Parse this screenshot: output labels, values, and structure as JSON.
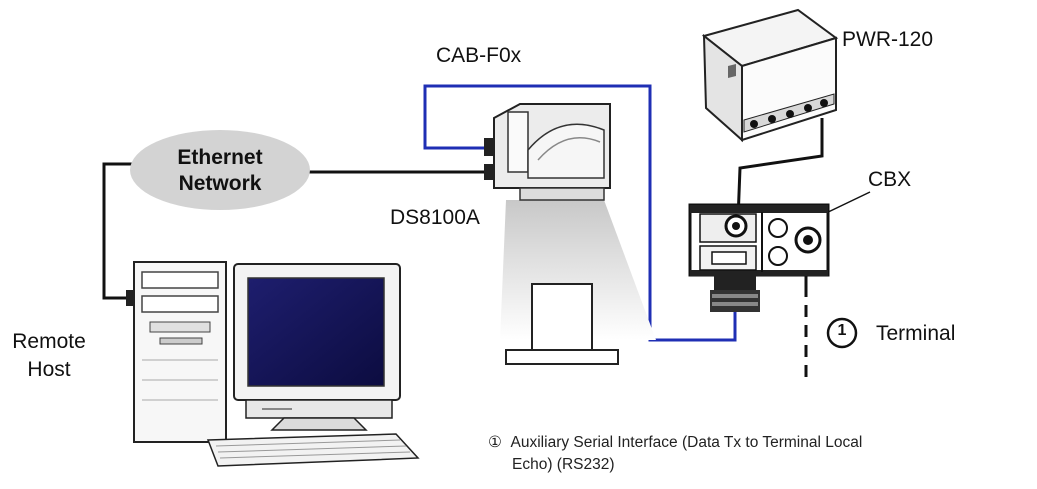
{
  "labels": {
    "cable": "CAB-F0x",
    "power": "PWR-120",
    "cbx": "CBX",
    "scanner": "DS8100A",
    "ethernet_line1": "Ethernet",
    "ethernet_line2": "Network",
    "remote_line1": "Remote",
    "remote_line2": "Host",
    "terminal_num": "1",
    "terminal": "Terminal"
  },
  "note": {
    "marker": "①",
    "line1": "Auxiliary Serial Interface (Data Tx to Terminal Local",
    "line2": "Echo) (RS232)"
  },
  "colors": {
    "blue_cable": "#1f2fb4",
    "black_cable": "#111111",
    "network_cloud": "#d3d3d3"
  },
  "icons": [
    "computer-icon",
    "scanner-icon",
    "power-supply-icon",
    "connection-box-icon",
    "cloud-icon"
  ]
}
